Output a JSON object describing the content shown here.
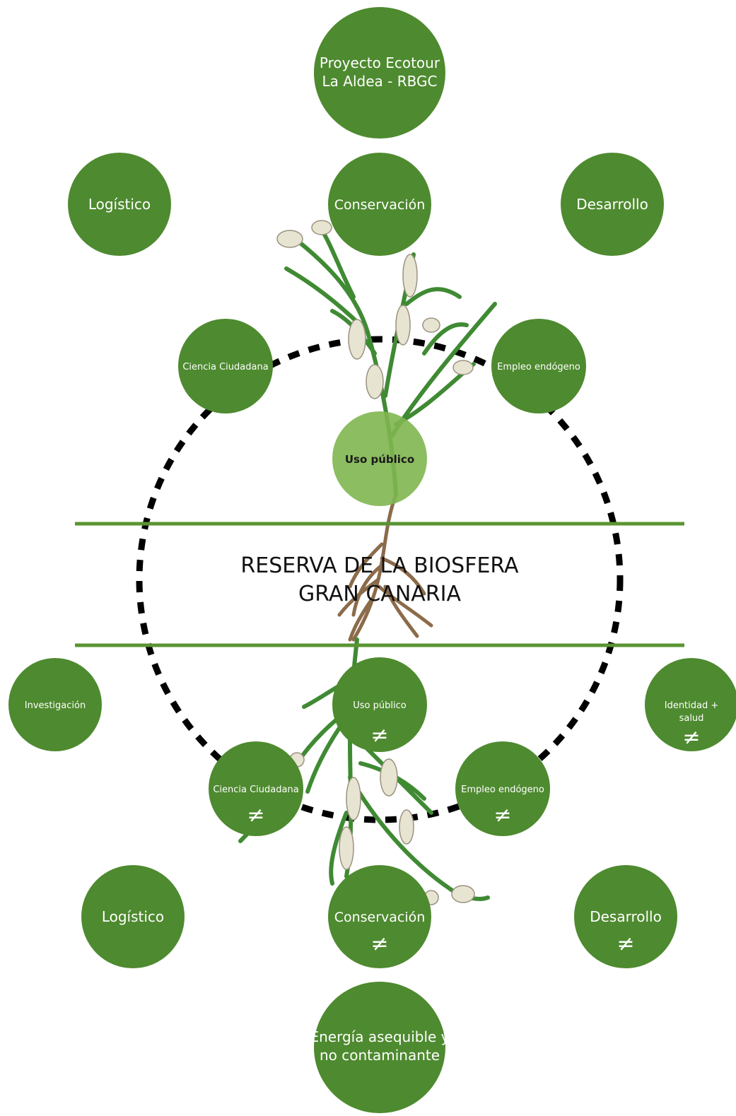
{
  "colors": {
    "node_green": "#4e8a2f",
    "node_light_green": "#7fb650",
    "band_line": "#5a9433",
    "dashed_ring": "#000000",
    "root_brown": "#8b6b4a",
    "leaf_green": "#3f8a33"
  },
  "diagram": {
    "top_title": [
      "Proyecto Ecotour",
      "La Aldea - RBGC"
    ],
    "center_title_line1": "RESERVA DE LA BIOSFERA",
    "center_title_line2": "GRAN CANARIA",
    "neq_symbol": "≠",
    "top_nodes": {
      "logistico": "Logístico",
      "conservacion": "Conservación",
      "desarrollo": "Desarrollo",
      "ciencia": "Ciencia Ciudadana",
      "empleo": "Empleo endógeno",
      "uso_publico": "Uso público"
    },
    "bottom_nodes": {
      "investigacion": "Investigación",
      "uso_publico": "Uso público",
      "identidad": [
        "Identidad +",
        "salud"
      ],
      "ciencia": "Ciencia Ciudadana",
      "empleo": "Empleo endógeno",
      "logistico": "Logístico",
      "conservacion": "Conservación",
      "desarrollo": "Desarrollo"
    },
    "bottom_title": [
      "Energía asequible y",
      "no contaminante"
    ]
  }
}
